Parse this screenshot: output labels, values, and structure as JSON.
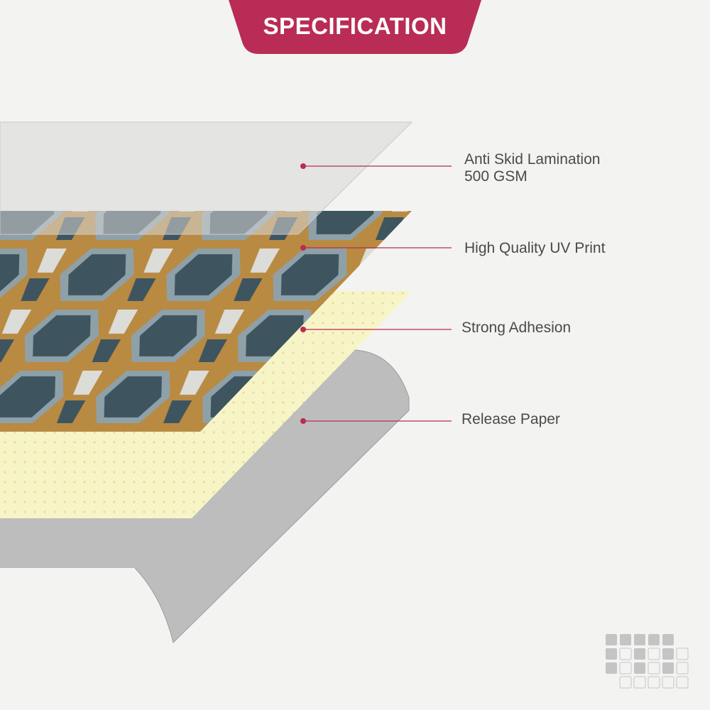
{
  "header": {
    "title": "SPECIFICATION"
  },
  "colors": {
    "accent": "#b92c55",
    "print_dark": "#3e5560",
    "print_gold": "#b98a42",
    "adhesive": "#f7f5c6",
    "release_paper": "#bdbdbd"
  },
  "layers": [
    {
      "line1": "Anti Skid Lamination",
      "line2": "500 GSM"
    },
    {
      "line1": "High Quality UV Print"
    },
    {
      "line1": "Strong Adhesion"
    },
    {
      "line1": "Release Paper"
    }
  ],
  "logo": {
    "icon": "grid-logo-icon"
  }
}
